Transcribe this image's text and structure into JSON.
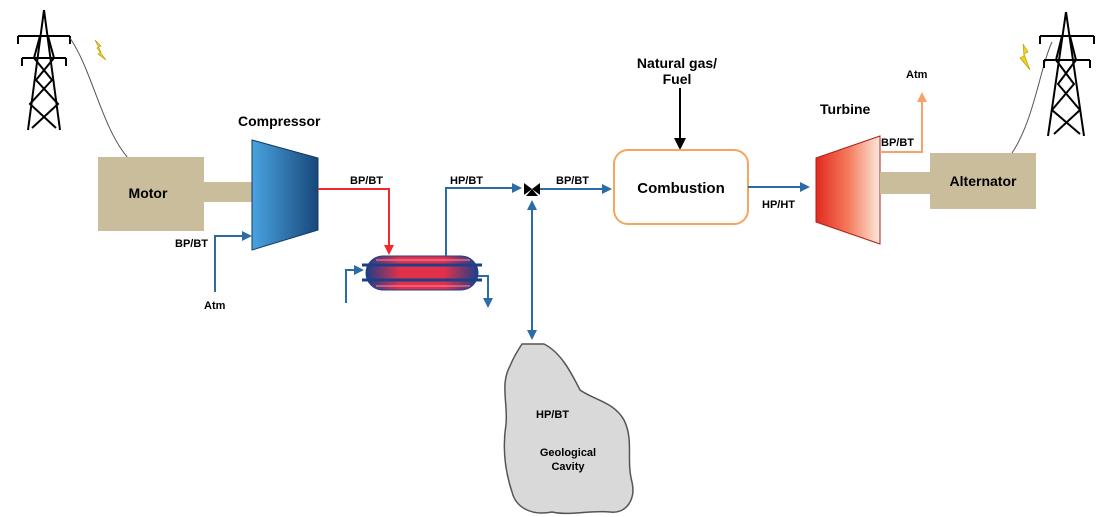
{
  "labels": {
    "motor": "Motor",
    "compressor": "Compressor",
    "bp_bt_compressor_in": "BP/BT",
    "atm_in": "Atm",
    "bp_bt_compressor_out": "BP/BT",
    "hp_bt_exchanger_out": "HP/BT",
    "bp_bt_valve_out": "BP/BT",
    "natural_gas_line1": "Natural gas/",
    "natural_gas_line2": "Fuel",
    "combustion": "Combustion",
    "hp_ht": "HP/HT",
    "turbine": "Turbine",
    "bp_bt_turbine_out": "BP/BT",
    "atm_out": "Atm",
    "alternator": "Alternator",
    "hp_bt_cavity": "HP/BT",
    "cavity_line1": "Geological",
    "cavity_line2": "Cavity"
  },
  "colors": {
    "machine_box": "#c9bd9b",
    "air_line": "#2b6ba8",
    "hot_line": "#ee2a2a",
    "exhaust_line": "#f5a36b",
    "combustion_border": "#f5a55e",
    "cavity_fill": "#d9d9d9",
    "compressor_gradient": [
      "#4aa3e0",
      "#1a4f85"
    ],
    "turbine_gradient": [
      "#e53126",
      "#fde1d2"
    ],
    "lightning": "#f2d21b"
  },
  "icons": [
    "pylon-icon",
    "lightning-icon",
    "valve-icon",
    "heat-exchanger-icon"
  ]
}
